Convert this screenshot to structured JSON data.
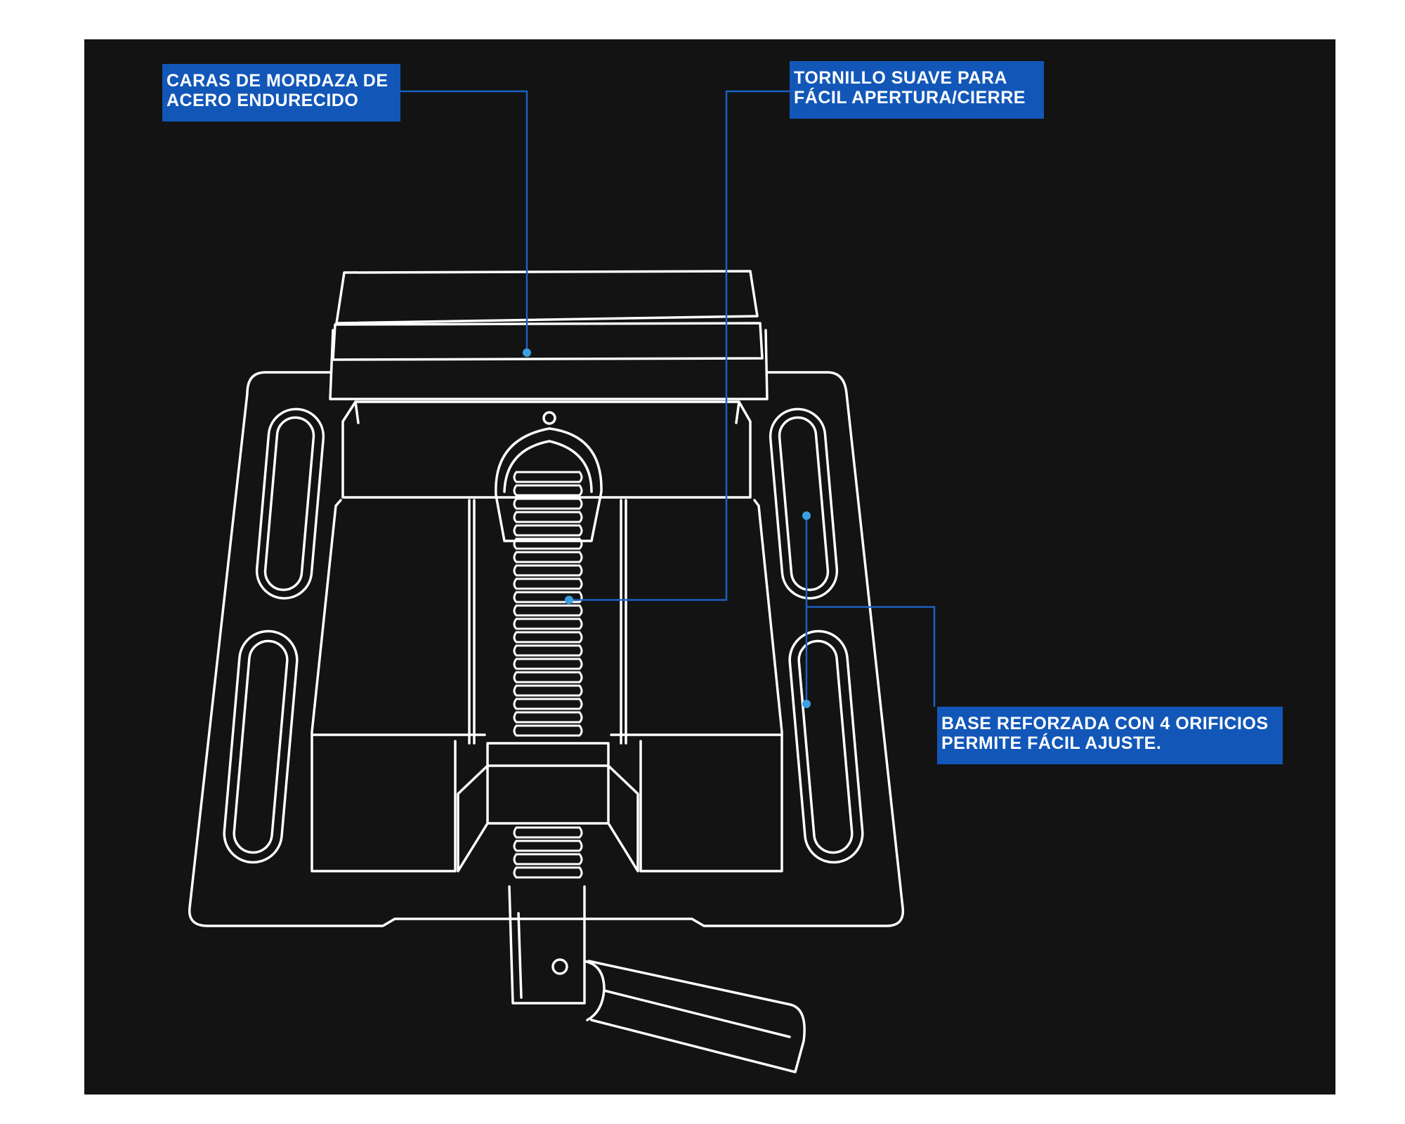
{
  "colors": {
    "background": "#131313",
    "outline": "#ffffff",
    "label_fill": "#1257b8",
    "leader_line": "#1a62c4",
    "leader_dot": "#3aa0e0"
  },
  "callouts": {
    "jaw_faces": {
      "line1": "CARAS DE MORDAZA DE",
      "line2": "ACERO ENDURECIDO"
    },
    "screw": {
      "line1": "TORNILLO SUAVE PARA",
      "line2": "FÁCIL APERTURA/CIERRE"
    },
    "base": {
      "line1": "BASE REFORZADA CON 4 ORIFICIOS",
      "line2": "PERMITE FÁCIL AJUSTE."
    }
  }
}
